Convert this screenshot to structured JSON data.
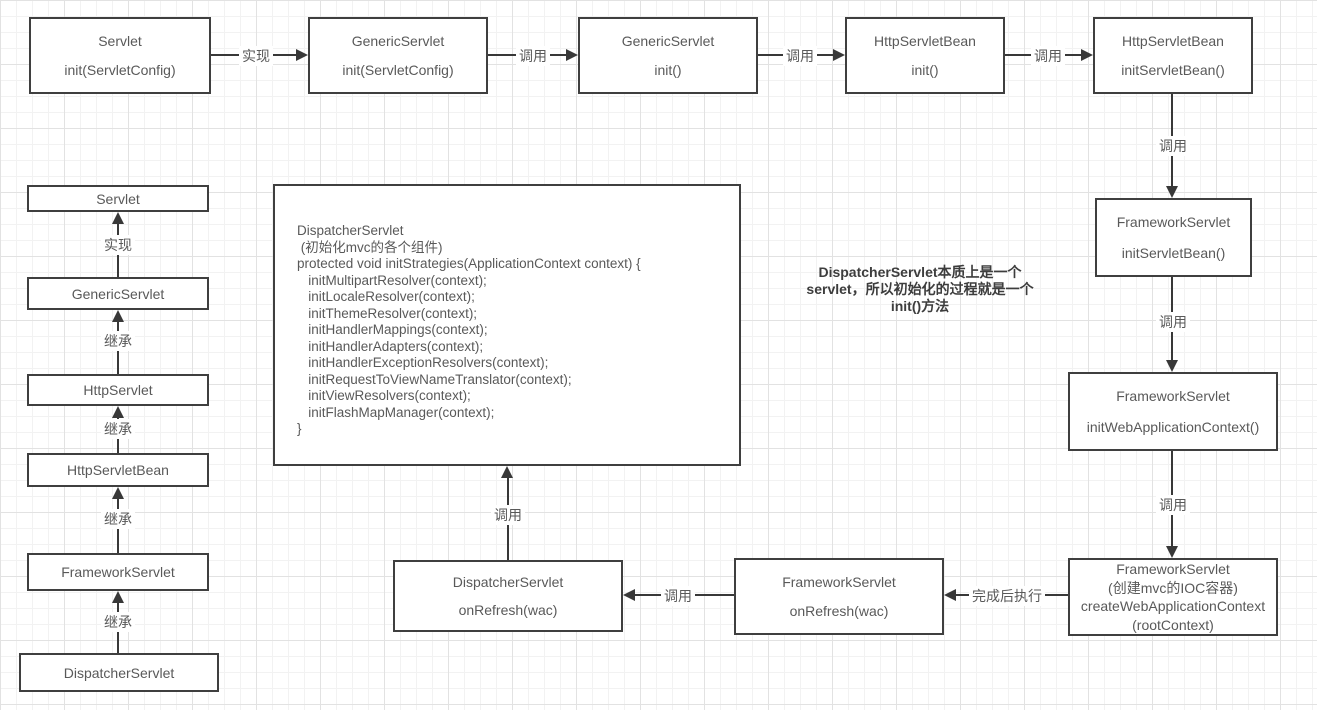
{
  "edge_labels": {
    "implement": "实现",
    "call": "调用",
    "inherit": "继承",
    "after_complete": "完成后执行"
  },
  "top_row": {
    "boxes": [
      {
        "title": "Servlet",
        "method": "init(ServletConfig)"
      },
      {
        "title": "GenericServlet",
        "method": "init(ServletConfig)"
      },
      {
        "title": "GenericServlet",
        "method": "init()"
      },
      {
        "title": "HttpServletBean",
        "method": "init()"
      },
      {
        "title": "HttpServletBean",
        "method": "initServletBean()"
      }
    ]
  },
  "right_column": {
    "boxes": [
      {
        "title": "FrameworkServlet",
        "method": "initServletBean()"
      },
      {
        "title": "FrameworkServlet",
        "method": "initWebApplicationContext()"
      }
    ],
    "create_box": {
      "lines": [
        "FrameworkServlet",
        "(创建mvc的IOC容器)",
        "createWebApplicationContext",
        "(rootContext)"
      ]
    }
  },
  "bottom_row": {
    "framework": {
      "title": "FrameworkServlet",
      "method": "onRefresh(wac)"
    },
    "dispatcher": {
      "title": "DispatcherServlet",
      "method": "onRefresh(wac)"
    }
  },
  "left_column": [
    "Servlet",
    "GenericServlet",
    "HttpServlet",
    "HttpServletBean",
    "FrameworkServlet",
    "DispatcherServlet"
  ],
  "code_box": {
    "lines": [
      "DispatcherServlet",
      " (初始化mvc的各个组件)",
      "protected void initStrategies(ApplicationContext context) {",
      "   initMultipartResolver(context);",
      "   initLocaleResolver(context);",
      "   initThemeResolver(context);",
      "   initHandlerMappings(context);",
      "   initHandlerAdapters(context);",
      "   initHandlerExceptionResolvers(context);",
      "   initRequestToViewNameTranslator(context);",
      "   initViewResolvers(context);",
      "   initFlashMapManager(context);",
      "}"
    ]
  },
  "note": {
    "lines": [
      "DispatcherServlet本质上是一个",
      "servlet，所以初始化的过程就是一个",
      "init()方法"
    ]
  },
  "colors": {
    "line": "#383838",
    "box_border": "#3f3f3f",
    "text": "#595959",
    "grid_minor": "#f2f2f2",
    "grid_major": "#e2e2e2",
    "background": "#ffffff"
  }
}
